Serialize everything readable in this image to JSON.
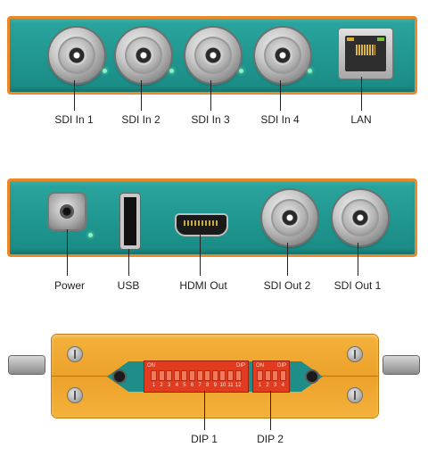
{
  "labels": {
    "sdi_in_1": "SDI In 1",
    "sdi_in_2": "SDI In 2",
    "sdi_in_3": "SDI In 3",
    "sdi_in_4": "SDI In 4",
    "lan": "LAN",
    "power": "Power",
    "usb": "USB",
    "hdmi_out": "HDMI Out",
    "sdi_out_2": "SDI Out 2",
    "sdi_out_1": "SDI Out 1",
    "dip_1": "DIP 1",
    "dip_2": "DIP 2"
  },
  "dip1": {
    "on_label": "ON",
    "dip_label": "DIP",
    "switch_numbers": [
      "1",
      "2",
      "3",
      "4",
      "5",
      "6",
      "7",
      "8",
      "9",
      "10",
      "11",
      "12"
    ]
  },
  "dip2": {
    "on_label": "ON",
    "dip_label": "DIP",
    "switch_numbers": [
      "1",
      "2",
      "3",
      "4"
    ]
  },
  "colors": {
    "panel_teal": "#1f958e",
    "panel_border_orange": "#e98a2a",
    "body_orange": "#eda12a",
    "dip_red": "#e23b1f",
    "led_green": "#8ff0c0"
  }
}
